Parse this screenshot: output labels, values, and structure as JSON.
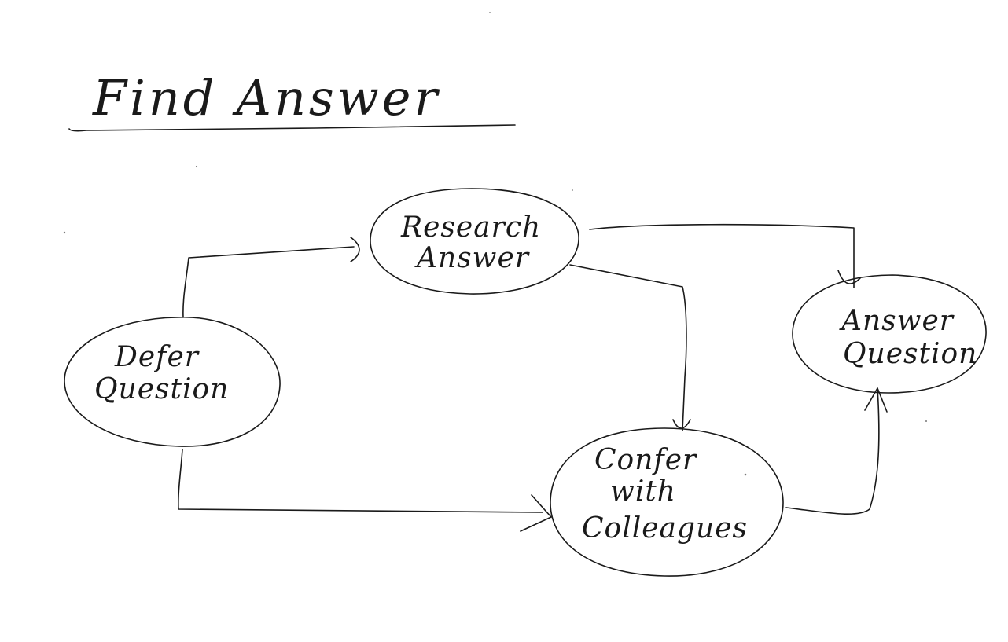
{
  "title": "Find Answer",
  "nodes": {
    "defer_question": {
      "line1": "Defer",
      "line2": "Question"
    },
    "research_answer": {
      "line1": "Research",
      "line2": "Answer"
    },
    "confer_with_colleagues": {
      "line1": "Confer",
      "line2": "with",
      "line3": "Colleagues"
    },
    "answer_question": {
      "line1": "Answer",
      "line2": "Question"
    }
  },
  "edges": [
    {
      "from": "Defer Question",
      "to": "Research Answer"
    },
    {
      "from": "Defer Question",
      "to": "Confer with Colleagues"
    },
    {
      "from": "Research Answer",
      "to": "Confer with Colleagues"
    },
    {
      "from": "Research Answer",
      "to": "Answer Question"
    },
    {
      "from": "Confer with Colleagues",
      "to": "Answer Question"
    }
  ]
}
